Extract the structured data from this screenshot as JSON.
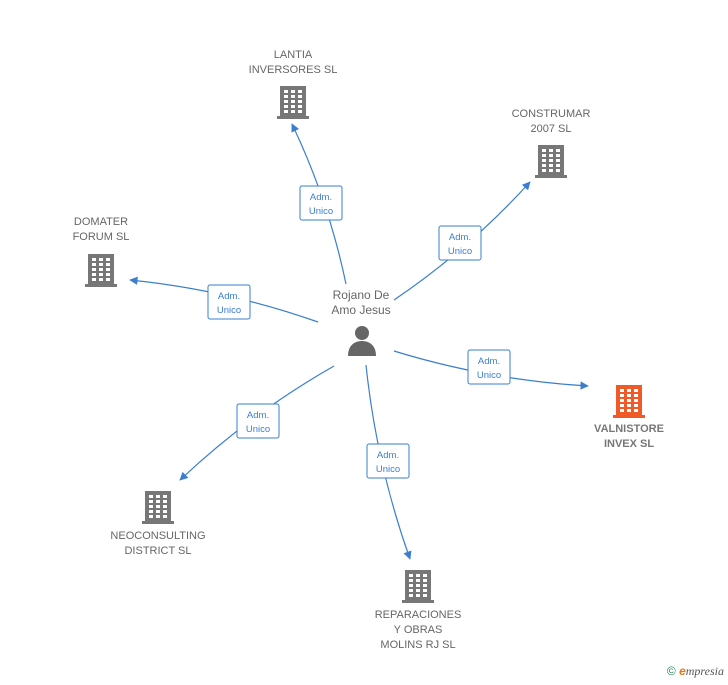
{
  "center": {
    "label_line1": "Rojano De",
    "label_line2": "Amo Jesus"
  },
  "edge_label": {
    "line1": "Adm.",
    "line2": "Unico"
  },
  "companies": [
    {
      "id": "lantia",
      "lines": [
        "LANTIA",
        "INVERSORES SL"
      ],
      "highlight": false
    },
    {
      "id": "construmar",
      "lines": [
        "CONSTRUMAR",
        "2007 SL"
      ],
      "highlight": false
    },
    {
      "id": "domater",
      "lines": [
        "DOMATER",
        "FORUM  SL"
      ],
      "highlight": false
    },
    {
      "id": "valnistore",
      "lines": [
        "VALNISTORE",
        "INVEX  SL"
      ],
      "highlight": true
    },
    {
      "id": "neoconsulting",
      "lines": [
        "NEOCONSULTING",
        "DISTRICT SL"
      ],
      "highlight": false
    },
    {
      "id": "reparaciones",
      "lines": [
        "REPARACIONES",
        "Y OBRAS",
        "MOLINS RJ  SL"
      ],
      "highlight": false
    }
  ],
  "colors": {
    "edge": "#3a7fcf",
    "building": "#777777",
    "highlight_building": "#f05a28",
    "person": "#666666"
  },
  "footer": {
    "copyright": "©",
    "brand_e": "e",
    "brand_rest": "mpresia"
  }
}
